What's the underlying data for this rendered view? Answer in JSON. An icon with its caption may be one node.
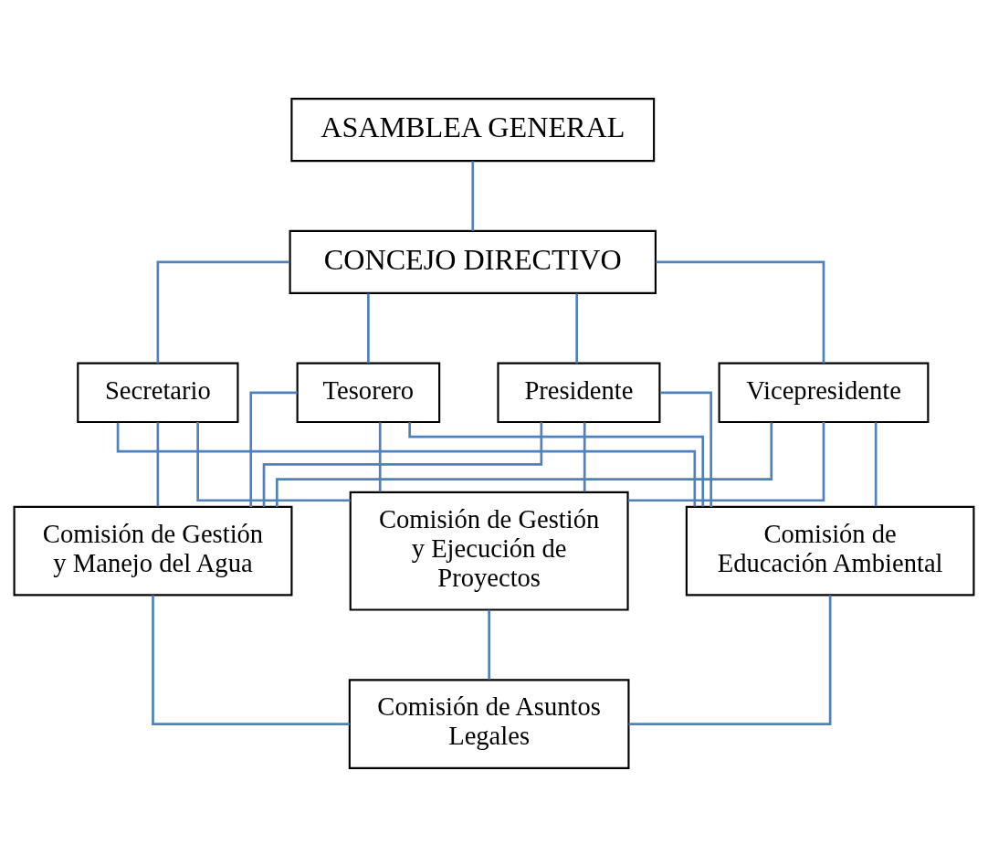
{
  "diagram": {
    "nodes": [
      {
        "text": [
          "ASAMBLEA GENERAL"
        ]
      },
      {
        "text": [
          "CONCEJO DIRECTIVO"
        ]
      },
      {
        "text": [
          "Presidente"
        ]
      },
      {
        "text": [
          "Vicepresidente"
        ]
      },
      {
        "text": [
          "Secretario"
        ]
      },
      {
        "text": [
          "Tesorero"
        ]
      },
      {
        "text": [
          "Comisión de Gestión y Manejo del Agua"
        ]
      },
      {
        "text": [
          "Comisión de Gestión y Ejecución de Proyectos"
        ]
      },
      {
        "text": [
          "Comisión de Educación Ambiental"
        ]
      },
      {
        "text": [
          "Comisión de Asuntos Legales"
        ]
      }
    ],
    "edges": [
      {
        "from": 0,
        "to": 1,
        "arrow": "none"
      },
      {
        "from": 1,
        "to": 2,
        "arrow": "none"
      },
      {
        "from": 1,
        "to": 3,
        "arrow": "none"
      },
      {
        "from": 1,
        "to": 4,
        "arrow": "none"
      },
      {
        "from": 1,
        "to": 5,
        "arrow": "none"
      },
      {
        "from": 2,
        "to": 6,
        "arrow": "none"
      },
      {
        "from": 2,
        "to": 7,
        "arrow": "none"
      },
      {
        "from": 2,
        "to": 8,
        "arrow": "none"
      },
      {
        "from": 3,
        "to": 6,
        "arrow": "none"
      },
      {
        "from": 3,
        "to": 7,
        "arrow": "none"
      },
      {
        "from": 3,
        "to": 8,
        "arrow": "none"
      },
      {
        "from": 4,
        "to": 6,
        "arrow": "none"
      },
      {
        "from": 4,
        "to": 7,
        "arrow": "none"
      },
      {
        "from": 4,
        "to": 8,
        "arrow": "none"
      },
      {
        "from": 5,
        "to": 6,
        "arrow": "none"
      },
      {
        "from": 5,
        "to": 7,
        "arrow": "none"
      },
      {
        "from": 5,
        "to": 8,
        "arrow": "none"
      },
      {
        "from": 6,
        "to": 9,
        "arrow": "none"
      },
      {
        "from": 7,
        "to": 9,
        "arrow": "none"
      },
      {
        "from": 8,
        "to": 9,
        "arrow": "none"
      }
    ]
  }
}
